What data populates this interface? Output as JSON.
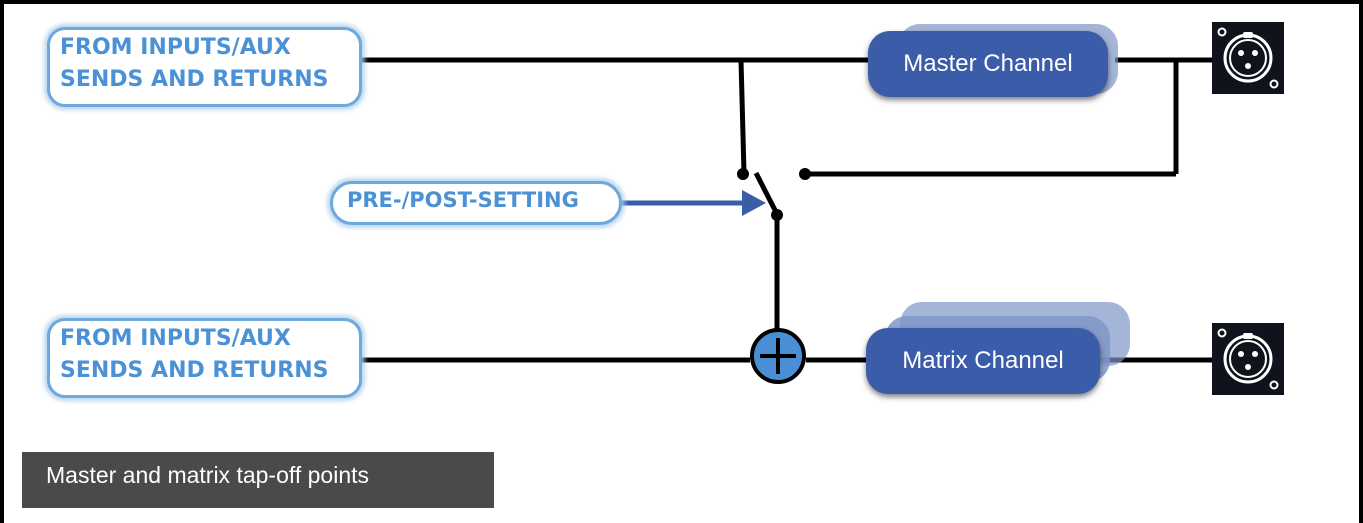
{
  "diagram": {
    "inputs": [
      {
        "line1": "FROM INPUTS/AUX",
        "line2": "SENDS AND RETURNS"
      },
      {
        "line1": "FROM INPUTS/AUX",
        "line2": "SENDS AND RETURNS"
      }
    ],
    "switch_label": "PRE-/POST-SETTING",
    "master_channel_label": "Master Channel",
    "matrix_channel_label": "Matrix Channel",
    "caption": "Master and matrix tap-off points",
    "icons": [
      "xlr-connector-icon",
      "summing-plus-icon",
      "switch-symbol"
    ],
    "colors": {
      "line": "#000000",
      "label_text": "#4b91d6",
      "label_border": "#6ea8dc",
      "channel_fill": "#3b5ca8",
      "summing_node": "#4a8fd6",
      "arrow": "#3b5ca8",
      "caption_bg": "#4a4a4a",
      "connector_bg": "#10131b"
    }
  }
}
